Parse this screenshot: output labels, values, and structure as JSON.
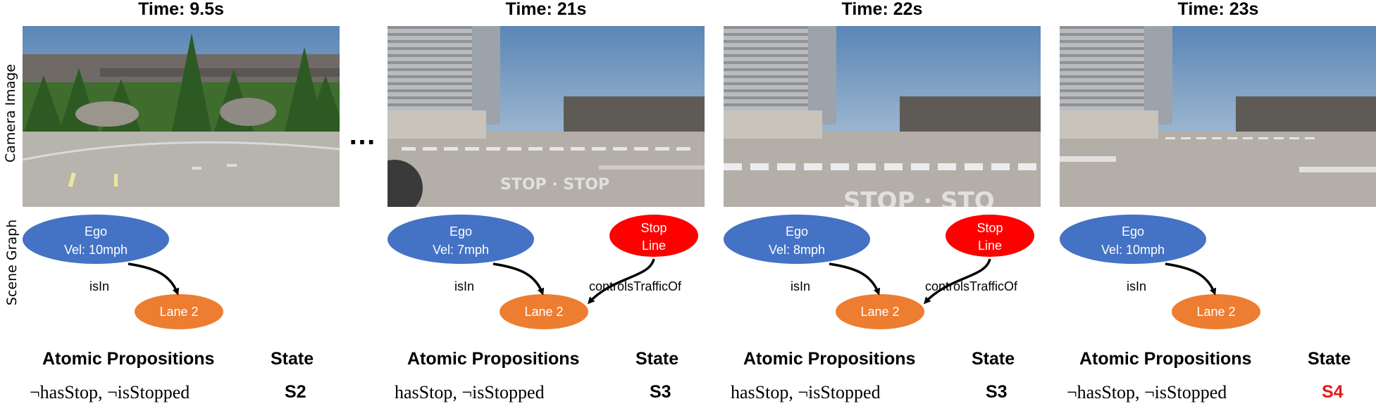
{
  "row_labels": {
    "camera": "Camera Image",
    "scene": "Scene Graph"
  },
  "ellipsis": "…",
  "panels": [
    {
      "time": "Time: 9.5s",
      "ego_line1": "Ego",
      "ego_line2": "Vel: 10mph",
      "lane": "Lane 2",
      "edge_isin": "isIn",
      "has_stop_line": false,
      "stop_line1": "",
      "stop_line2": "",
      "edge_controls": "",
      "ap_header": "Atomic Propositions",
      "state_header": "State",
      "ap_value": "¬hasStop, ¬isStopped",
      "state_value": "S2",
      "state_color": "#000000",
      "scene": "trees"
    },
    {
      "time": "Time: 21s",
      "ego_line1": "Ego",
      "ego_line2": "Vel: 7mph",
      "lane": "Lane 2",
      "edge_isin": "isIn",
      "has_stop_line": true,
      "stop_line1": "Stop",
      "stop_line2": "Line",
      "edge_controls": "controlsTrafficOf",
      "ap_header": "Atomic Propositions",
      "state_header": "State",
      "ap_value": "hasStop, ¬isStopped",
      "state_value": "S3",
      "state_color": "#000000",
      "scene": "city_stop"
    },
    {
      "time": "Time: 22s",
      "ego_line1": "Ego",
      "ego_line2": "Vel: 8mph",
      "lane": "Lane 2",
      "edge_isin": "isIn",
      "has_stop_line": true,
      "stop_line1": "Stop",
      "stop_line2": "Line",
      "edge_controls": "controlsTrafficOf",
      "ap_header": "Atomic Propositions",
      "state_header": "State",
      "ap_value": "hasStop, ¬isStopped",
      "state_value": "S3",
      "state_color": "#000000",
      "scene": "city_near"
    },
    {
      "time": "Time: 23s",
      "ego_line1": "Ego",
      "ego_line2": "Vel: 10mph",
      "lane": "Lane 2",
      "edge_isin": "isIn",
      "has_stop_line": false,
      "stop_line1": "",
      "stop_line2": "",
      "edge_controls": "",
      "ap_header": "Atomic Propositions",
      "state_header": "State",
      "ap_value": "¬hasStop, ¬isStopped",
      "state_value": "S4",
      "state_color": "#e31b1b",
      "scene": "city_past"
    }
  ],
  "colors": {
    "ego": "#4472c4",
    "lane": "#ed7d31",
    "stop": "#ff0000"
  }
}
